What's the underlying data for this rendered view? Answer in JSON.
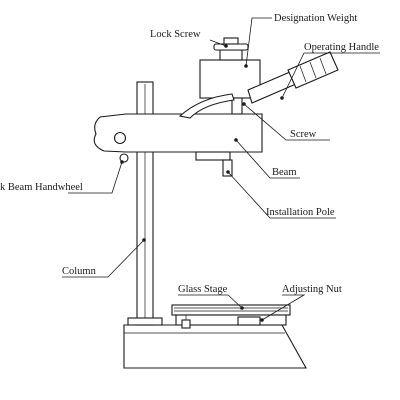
{
  "labels": {
    "designation_weight": "Designation Weight",
    "lock_screw": "Lock Screw",
    "operating_handle": "Operating Handle",
    "screw": "Screw",
    "lock_beam_handwheel": "k Beam Handwheel",
    "beam": "Beam",
    "installation_pole": "Installation Pole",
    "column": "Column",
    "glass_stage": "Glass Stage",
    "adjusting_nut": "Adjusting Nut"
  }
}
